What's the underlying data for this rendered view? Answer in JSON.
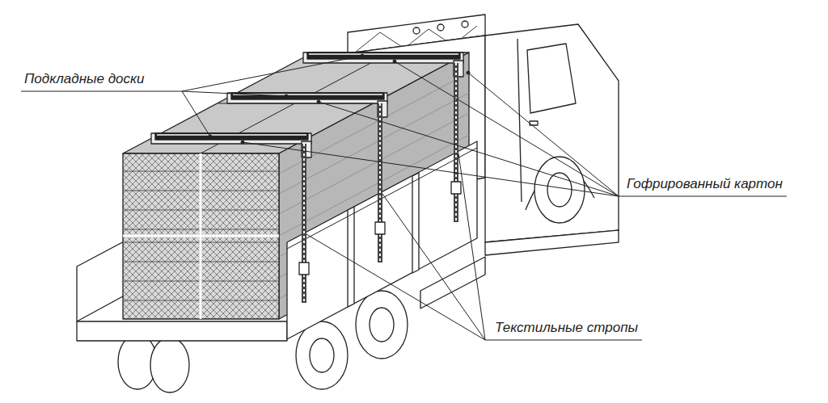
{
  "diagram": {
    "labels": [
      "Подкладные доски",
      "Гофрированный картон",
      "Текстильные стропы"
    ]
  }
}
